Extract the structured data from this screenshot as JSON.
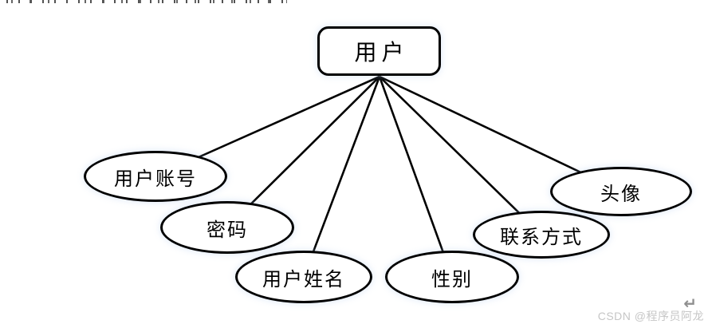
{
  "diagram": {
    "type": "er-attribute-diagram",
    "entity": {
      "label": "用户"
    },
    "attributes": [
      {
        "label": "用户账号"
      },
      {
        "label": "密码"
      },
      {
        "label": "用户姓名"
      },
      {
        "label": "性别"
      },
      {
        "label": "联系方式"
      },
      {
        "label": "头像"
      }
    ]
  },
  "watermark": {
    "text": "CSDN @程序员阿龙",
    "return_symbol": "↵"
  },
  "colors": {
    "stroke": "#000000",
    "background": "#ffffff",
    "watermark_text": "#c6c6c6",
    "return_symbol": "#8f8f8f"
  }
}
